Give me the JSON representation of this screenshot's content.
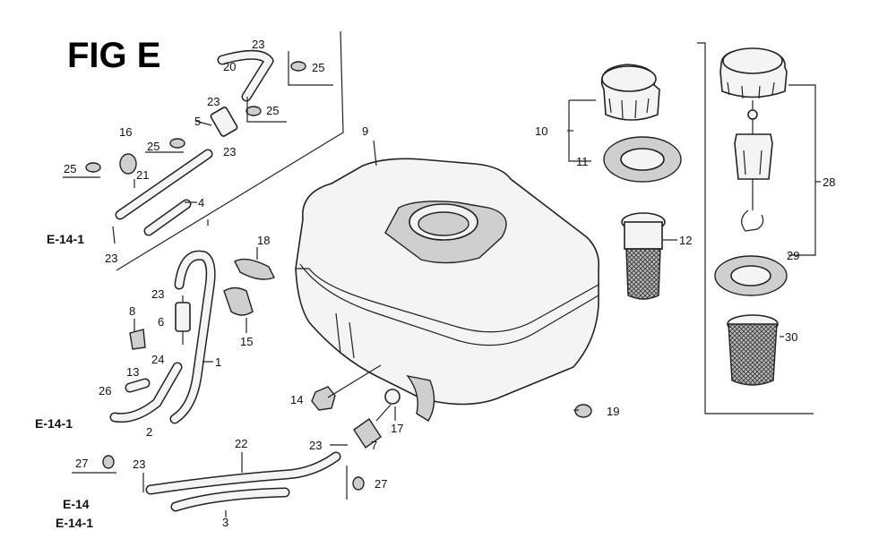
{
  "figure": {
    "title": "FIG E"
  },
  "callouts": {
    "c1": "1",
    "c2": "2",
    "c3": "3",
    "c4": "4",
    "c5": "5",
    "c6": "6",
    "c7": "7",
    "c8": "8",
    "c9": "9",
    "c10": "10",
    "c11": "11",
    "c12": "12",
    "c13": "13",
    "c14": "14",
    "c15": "15",
    "c16": "16",
    "c17": "17",
    "c18": "18",
    "c19": "19",
    "c20": "20",
    "c21": "21",
    "c22": "22",
    "c23": "23",
    "c24": "24",
    "c25": "25",
    "c26": "26",
    "c27": "27",
    "c28": "28",
    "c29": "29",
    "c30": "30"
  },
  "refs": {
    "e141": "E-14-1",
    "e14": "E-14"
  }
}
